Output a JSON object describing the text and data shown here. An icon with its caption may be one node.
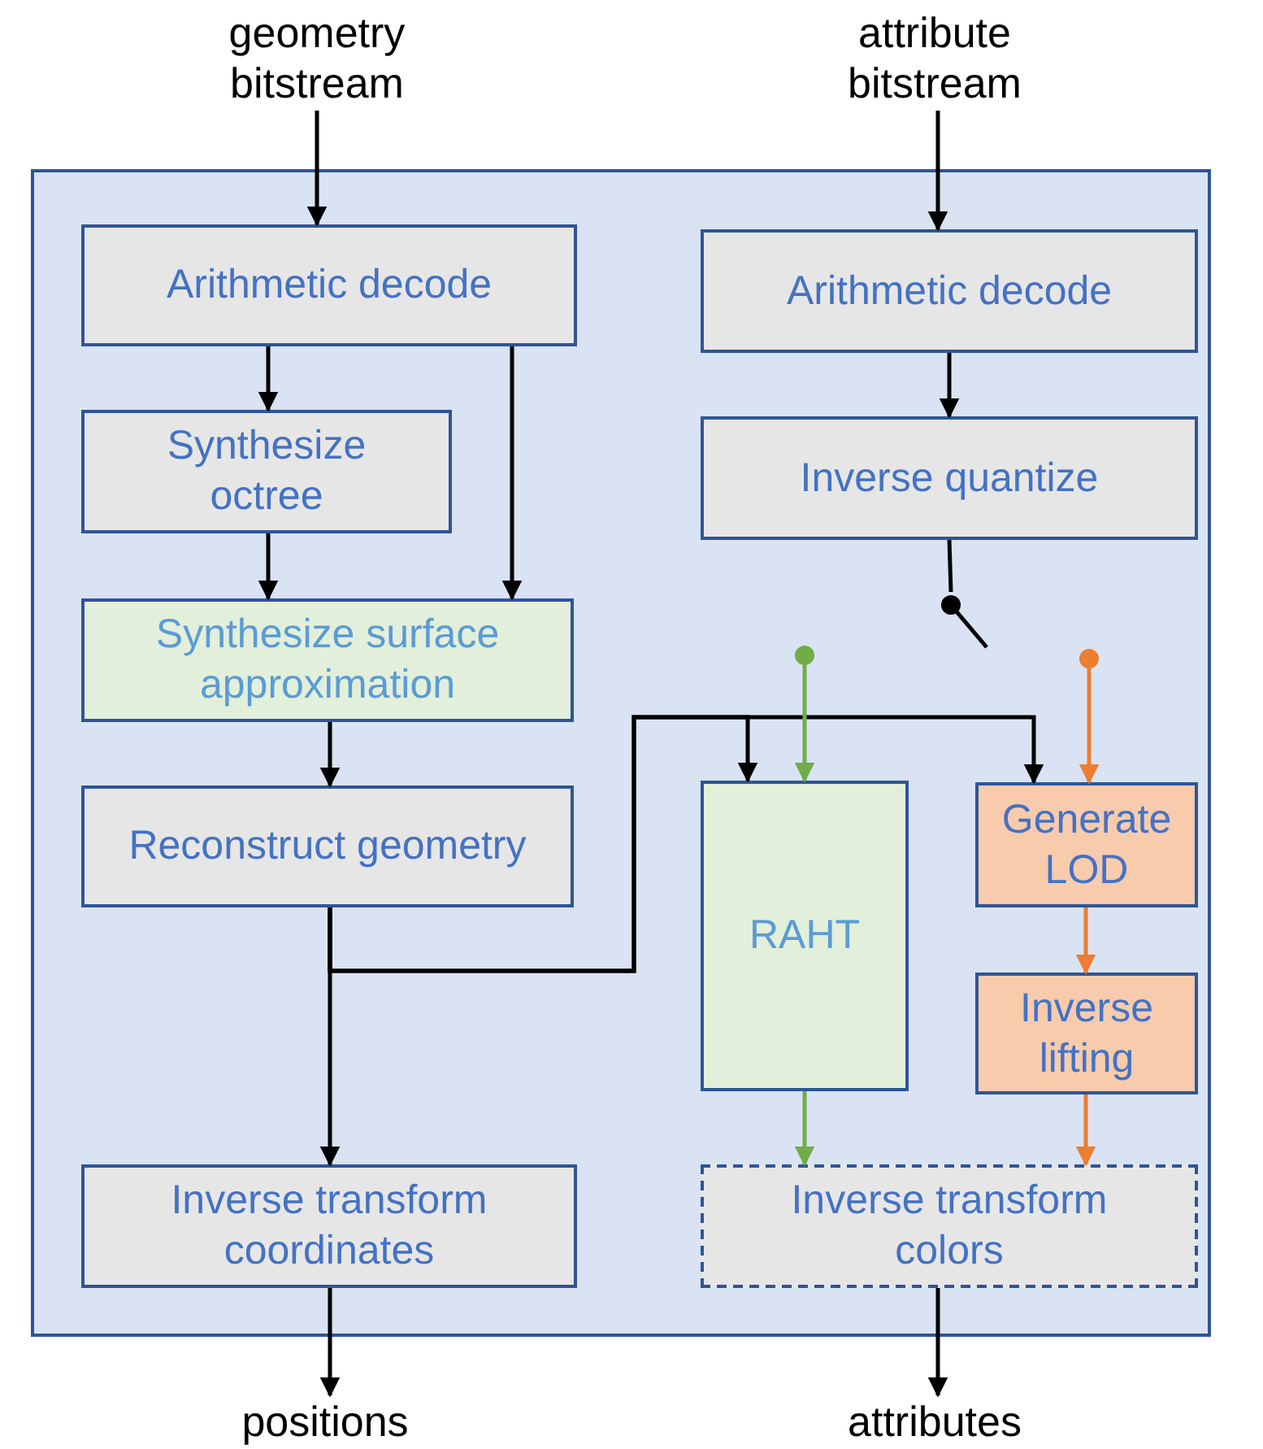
{
  "diagram": {
    "nodes": [
      {
        "text": [],
        "shape": "box"
      },
      {
        "text": [
          "geometry bitstream"
        ]
      },
      {
        "text": [
          "attribute bitstream"
        ]
      },
      {
        "text": [
          "Arithmetic decode"
        ],
        "in": 0
      },
      {
        "text": [
          "Synthesize octree"
        ],
        "in": 0
      },
      {
        "text": [
          "Synthesize surface approximation"
        ],
        "in": 0
      },
      {
        "text": [
          "Reconstruct geometry"
        ],
        "in": 0
      },
      {
        "text": [
          "Inverse transform coordinates"
        ],
        "in": 0
      },
      {
        "text": [
          "Arithmetic decode"
        ],
        "in": 0
      },
      {
        "text": [
          "Inverse quantize"
        ],
        "in": 0
      },
      {
        "text": [],
        "shape": "switch",
        "in": 0
      },
      {
        "text": [],
        "shape": "circle",
        "in": 0
      },
      {
        "text": [],
        "shape": "circle",
        "in": 0
      },
      {
        "text": [
          "RAHT"
        ],
        "in": 0
      },
      {
        "text": [
          "Generate LOD"
        ],
        "in": 0
      },
      {
        "text": [
          "Inverse lifting"
        ],
        "in": 0
      },
      {
        "text": [
          "Inverse transform colors"
        ],
        "in": 0
      },
      {
        "text": [
          "positions"
        ]
      },
      {
        "text": [
          "attributes"
        ]
      }
    ],
    "edges": [
      {
        "from": 1,
        "to": 3,
        "arrow": "to"
      },
      {
        "from": 3,
        "to": 4,
        "arrow": "to"
      },
      {
        "from": 3,
        "to": 5,
        "arrow": "to"
      },
      {
        "from": 4,
        "to": 5,
        "arrow": "to"
      },
      {
        "from": 5,
        "to": 6,
        "arrow": "to"
      },
      {
        "from": 6,
        "to": 7,
        "arrow": "to"
      },
      {
        "from": 6,
        "to": 13,
        "arrow": "to"
      },
      {
        "from": 6,
        "to": 14,
        "arrow": "to"
      },
      {
        "from": 2,
        "to": 8,
        "arrow": "to"
      },
      {
        "from": 8,
        "to": 9,
        "arrow": "to"
      },
      {
        "from": 9,
        "to": 10,
        "arrow": "none"
      },
      {
        "from": 11,
        "to": 13,
        "arrow": "to",
        "color": "#70ad47"
      },
      {
        "from": 12,
        "to": 14,
        "arrow": "to",
        "color": "#ed7d31"
      },
      {
        "from": 14,
        "to": 15,
        "arrow": "to",
        "color": "#ed7d31"
      },
      {
        "from": 13,
        "to": 16,
        "arrow": "to",
        "color": "#70ad47"
      },
      {
        "from": 15,
        "to": 16,
        "arrow": "to",
        "color": "#ed7d31"
      },
      {
        "from": 7,
        "to": 17,
        "arrow": "to"
      },
      {
        "from": 16,
        "to": 18,
        "arrow": "to"
      }
    ]
  }
}
